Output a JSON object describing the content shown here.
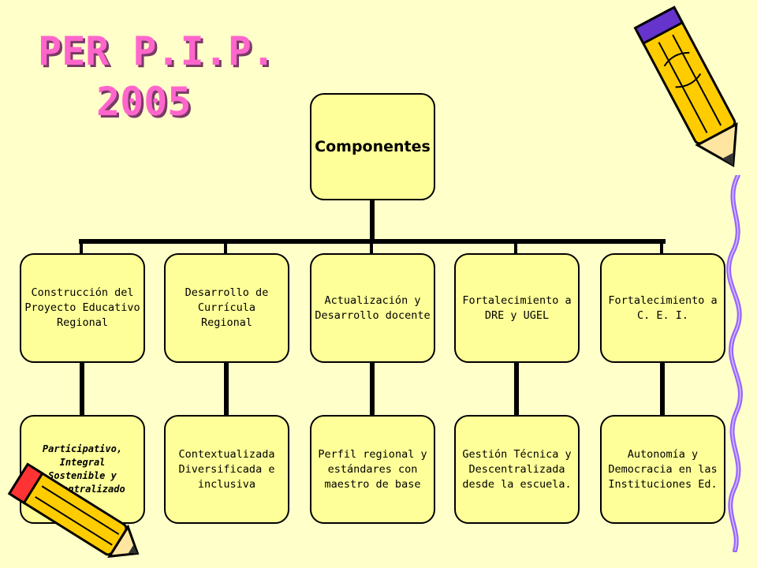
{
  "title": {
    "line1": "PER P.I.P.",
    "line2": "2005"
  },
  "root": {
    "label": "Componentes"
  },
  "components": [
    {
      "label": "Construcción del\nProyecto Educativo\nRegional",
      "child": "Participativo, Integral\nSostenible y\ndescentralizado"
    },
    {
      "label": "Desarrollo de\nCurrícula\nRegional",
      "child": "Contextualizada\nDiversificada e\ninclusiva"
    },
    {
      "label": "Actualización y\nDesarrollo docente",
      "child": "Perfil regional y\nestándares con\nmaestro de base"
    },
    {
      "label": "Fortalecimiento  a\nDRE y UGEL",
      "child": "Gestión Técnica y\nDescentralizada\ndesde la escuela."
    },
    {
      "label": "Fortalecimiento  a\nC. E. I.",
      "child": "Autonomía y\nDemocracia en las\nInstituciones Ed."
    }
  ],
  "decor": {
    "pencil_color": "#FFCC00",
    "accent_color": "#6633CC",
    "squiggle_color": "#9966FF"
  }
}
